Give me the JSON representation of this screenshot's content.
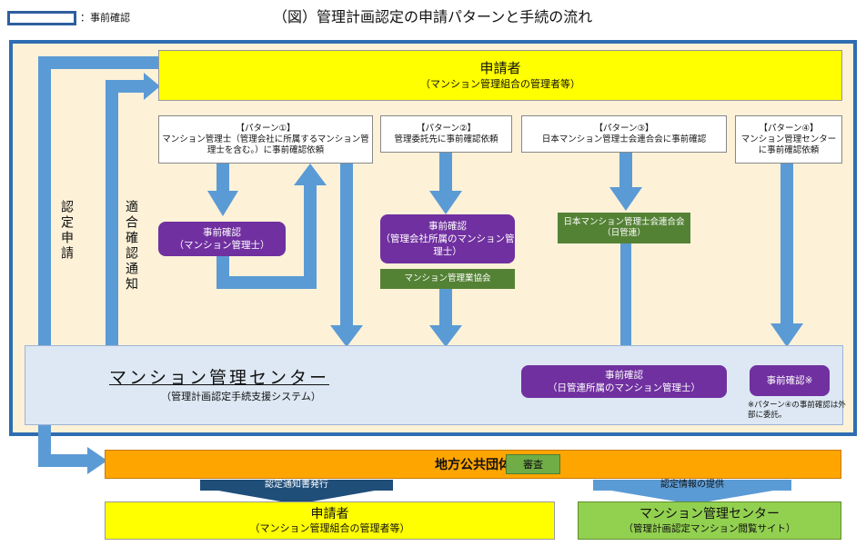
{
  "legend": {
    "label": "：事前確認"
  },
  "title": "（図）管理計画認定の申請パターンと手続の流れ",
  "applicant": {
    "name": "申請者",
    "sub": "（マンション管理組合の管理者等）"
  },
  "side_labels": {
    "apply": "認定申請",
    "notify": "適合確認通知"
  },
  "patterns": [
    {
      "title": "【パターン①】",
      "body": "マンション管理士（管理会社に所属するマンション管理士を含む。）に事前確認依頼"
    },
    {
      "title": "【パターン②】",
      "body": "管理委託先に事前確認依頼"
    },
    {
      "title": "【パターン③】",
      "body": "日本マンション管理士会連合会に事前確認"
    },
    {
      "title": "【パターン④】",
      "body": "マンション管理センターに事前確認依頼"
    }
  ],
  "checks": {
    "p1": "事前確認\n（マンション管理士）",
    "p2": "事前確認\n（管理会社所属のマンション管理士）",
    "p2_assoc": "マンション管理業協会",
    "p3_org": "日本マンション管理士会連合会（日管連）",
    "p3_check": "事前確認\n（日管連所属のマンション管理士）",
    "p4_check": "事前確認※"
  },
  "center": {
    "title": "マンション管理センター",
    "sub": "（管理計画認定手続支援システム）",
    "note": "※パターン④の事前確認は外部に委託。"
  },
  "local": {
    "title": "地方公共団体",
    "review": "審査"
  },
  "arrows": {
    "notice": "認定通知書発行",
    "info": "認定情報の提供"
  },
  "bottom_applicant": {
    "name": "申請者",
    "sub": "（マンション管理組合の管理者等）"
  },
  "bottom_center": {
    "name": "マンション管理センター",
    "sub": "（管理計画認定マンション閲覧サイト）"
  },
  "colors": {
    "arrow": "#5b9bd5",
    "frame": "#2e6db2",
    "purple": "#7030a0",
    "green": "#548235",
    "yellow": "#ffff00",
    "orange": "#ffa500"
  }
}
